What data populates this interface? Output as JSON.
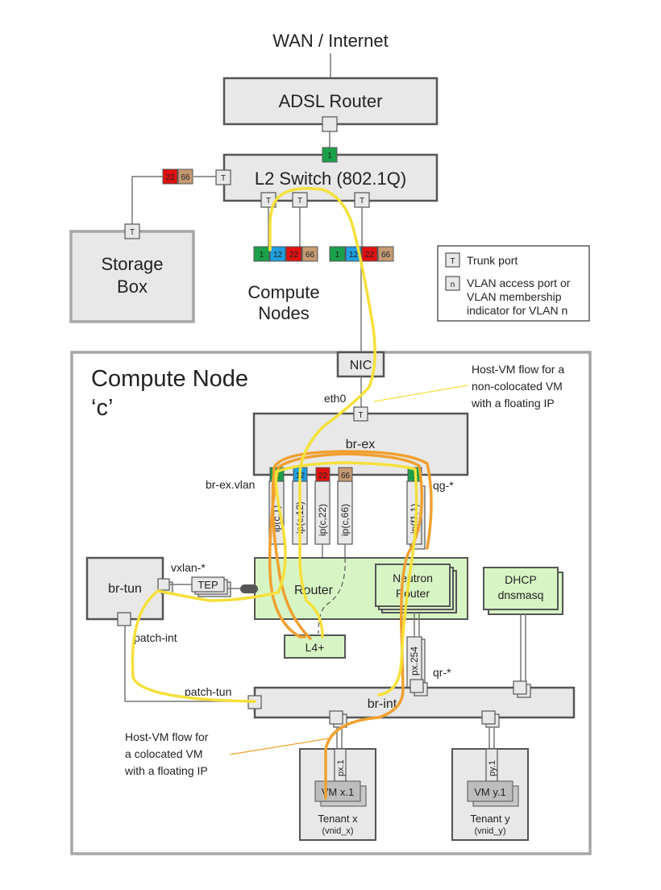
{
  "title": "WAN / Internet",
  "adsl_router": "ADSL Router",
  "l2_switch": "L2 Switch (802.1Q)",
  "storage_box": [
    "Storage",
    "Box"
  ],
  "compute_nodes_label": [
    "Compute",
    "Nodes"
  ],
  "compute_node_title": [
    "Compute Node",
    "‘c’"
  ],
  "trunk_letter": "T",
  "access_letter": "n",
  "vlan_tags": {
    "v1": "1",
    "v12": "12",
    "v22": "22",
    "v66": "66"
  },
  "vlan_colors": {
    "v1": "#1aa04a",
    "v12": "#1f9ee0",
    "v22": "#e01010",
    "v66": "#c49a72"
  },
  "legend": {
    "trunk": "Trunk port",
    "access_line1": "VLAN access port or",
    "access_line2": "VLAN membership",
    "access_line3": "indicator for VLAN n"
  },
  "nic": "NIC",
  "eth0": "eth0",
  "host_vm_noncolocated": [
    "Host-VM flow for a",
    "non-colocated VM",
    "with a floating IP"
  ],
  "br_ex": "br-ex",
  "br_ex_vlan": "br-ex.vlan",
  "qg": "qg-*",
  "ip_ports": [
    "ip(c,1)",
    "ip(c,12)",
    "ip(c,22)",
    "ip(c,66)",
    "ip(f1,1)"
  ],
  "vxlan": "vxlan-*",
  "br_tun": "br-tun",
  "tep": "TEP",
  "router": "Router",
  "neutron_router": [
    "Neutron",
    "Router"
  ],
  "dhcp": [
    "DHCP",
    "dnsmasq"
  ],
  "l4": "L4+",
  "patch_int": "patch-int",
  "patch_tun": "patch-tun",
  "px254": "px.254",
  "qr": "qr-*",
  "br_int": "br-int",
  "host_vm_colocated": [
    "Host-VM flow for",
    "a colocated VM",
    "with a floating IP"
  ],
  "px1": "px.1",
  "py1": "py.1",
  "vm_x": "VM x.1",
  "vm_y": "VM y.1",
  "tenant_x": "Tenant x",
  "tenant_y": "Tenant y",
  "vnid_x": "(vnid_x)",
  "vnid_y": "(vnid_y)",
  "flow_colors": {
    "noncolocated": "#f5e03a",
    "colocated": "#f0a030"
  }
}
